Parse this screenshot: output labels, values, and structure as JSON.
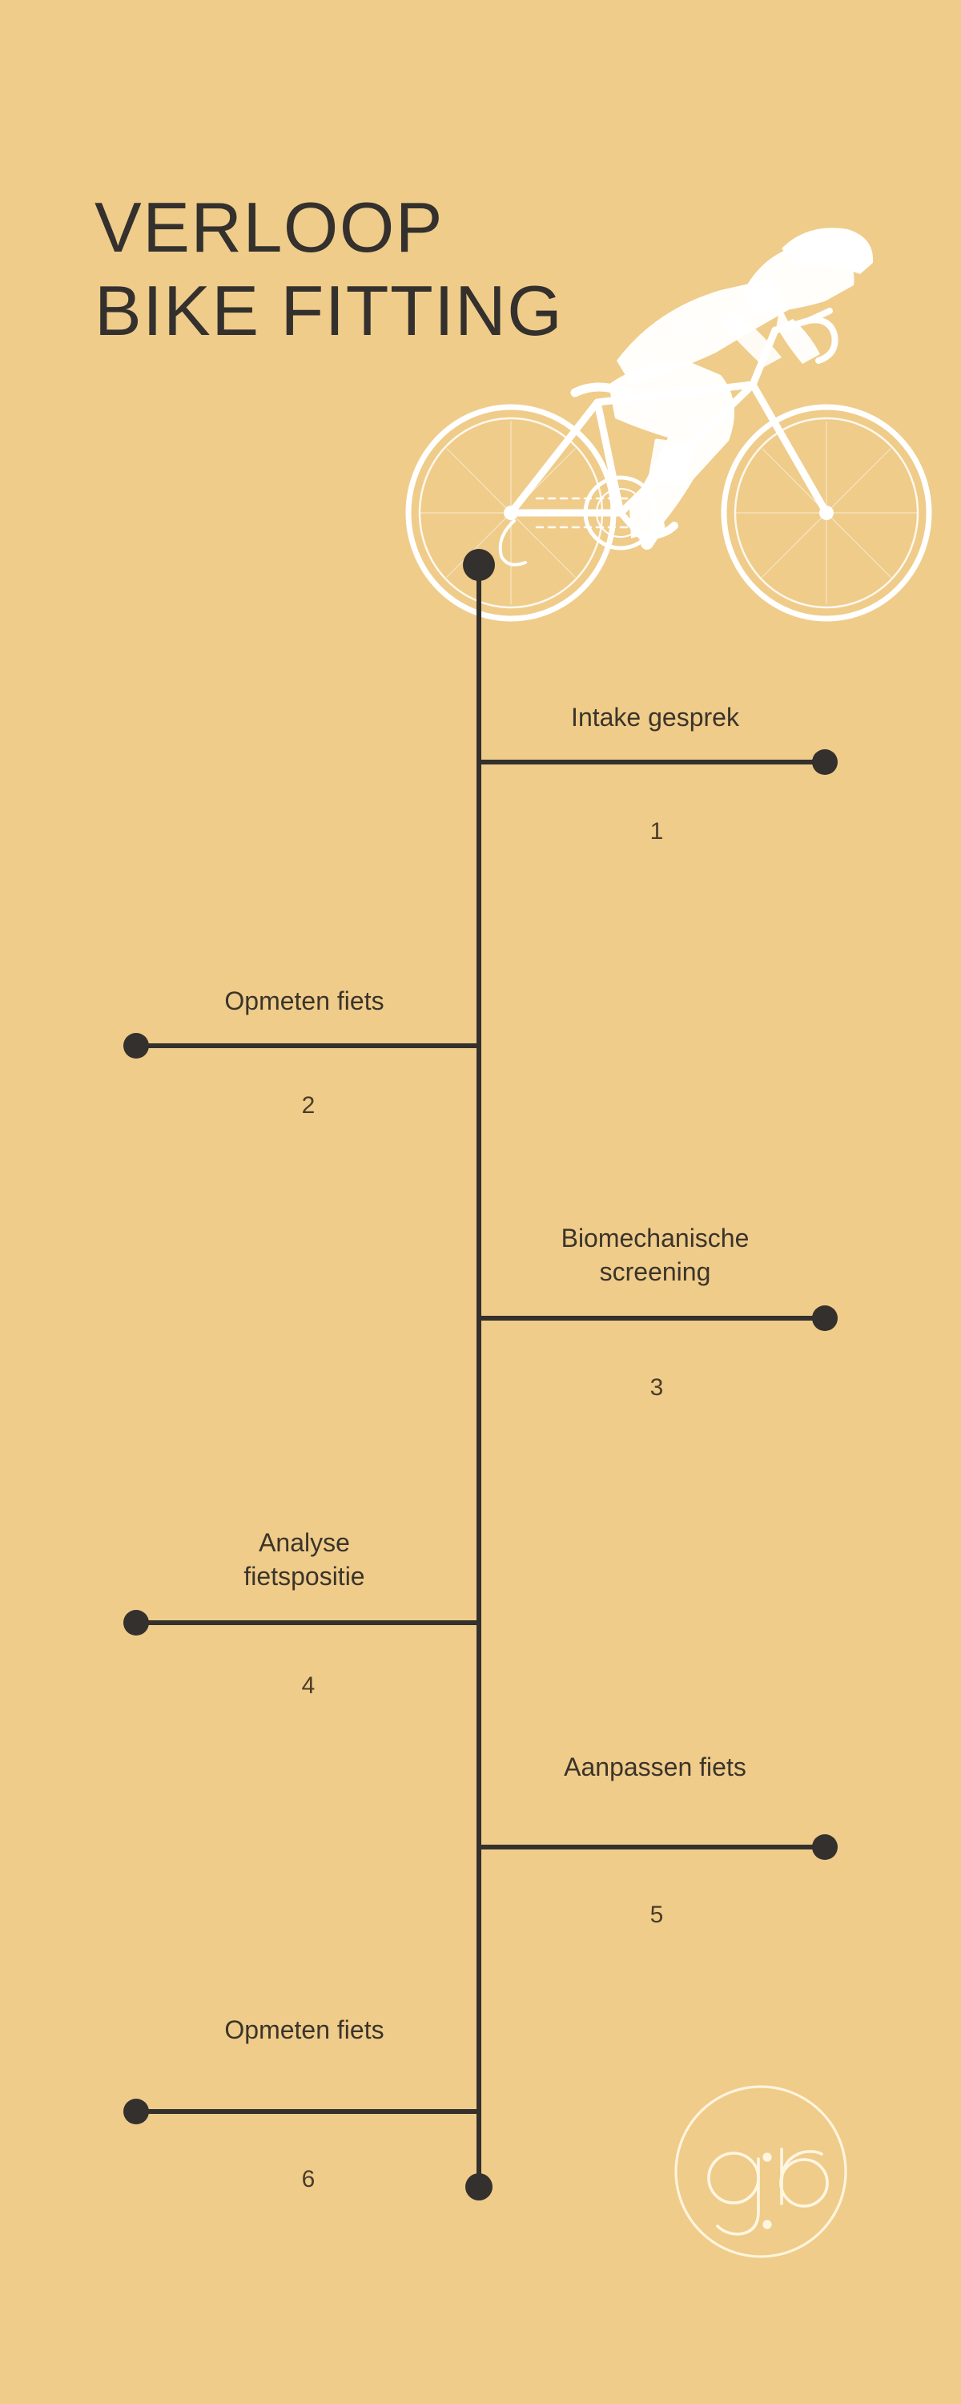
{
  "poster": {
    "background_color": "#EFCC8A",
    "ink_color": "#33302D",
    "accent_white": "#FFFFFF"
  },
  "header": {
    "title_line1": "VERLOOP",
    "title_line2": "BIKE FITTING",
    "artwork": "cyclist-on-road-bike-silhouette"
  },
  "timeline": {
    "steps": [
      {
        "number": "1",
        "label": "Intake gesprek",
        "side": "right"
      },
      {
        "number": "2",
        "label": "Opmeten fiets",
        "side": "left"
      },
      {
        "number": "3",
        "label": "Biomechanische\nscreening",
        "side": "right"
      },
      {
        "number": "4",
        "label": "Analyse\nfietspositie",
        "side": "left"
      },
      {
        "number": "5",
        "label": "Aanpassen fiets",
        "side": "right"
      },
      {
        "number": "6",
        "label": "Opmeten fiets",
        "side": "left"
      }
    ]
  },
  "logo": {
    "text_left": "g",
    "text_right": "b",
    "separator": "colon-dots",
    "shape": "thin-circle-outline"
  }
}
